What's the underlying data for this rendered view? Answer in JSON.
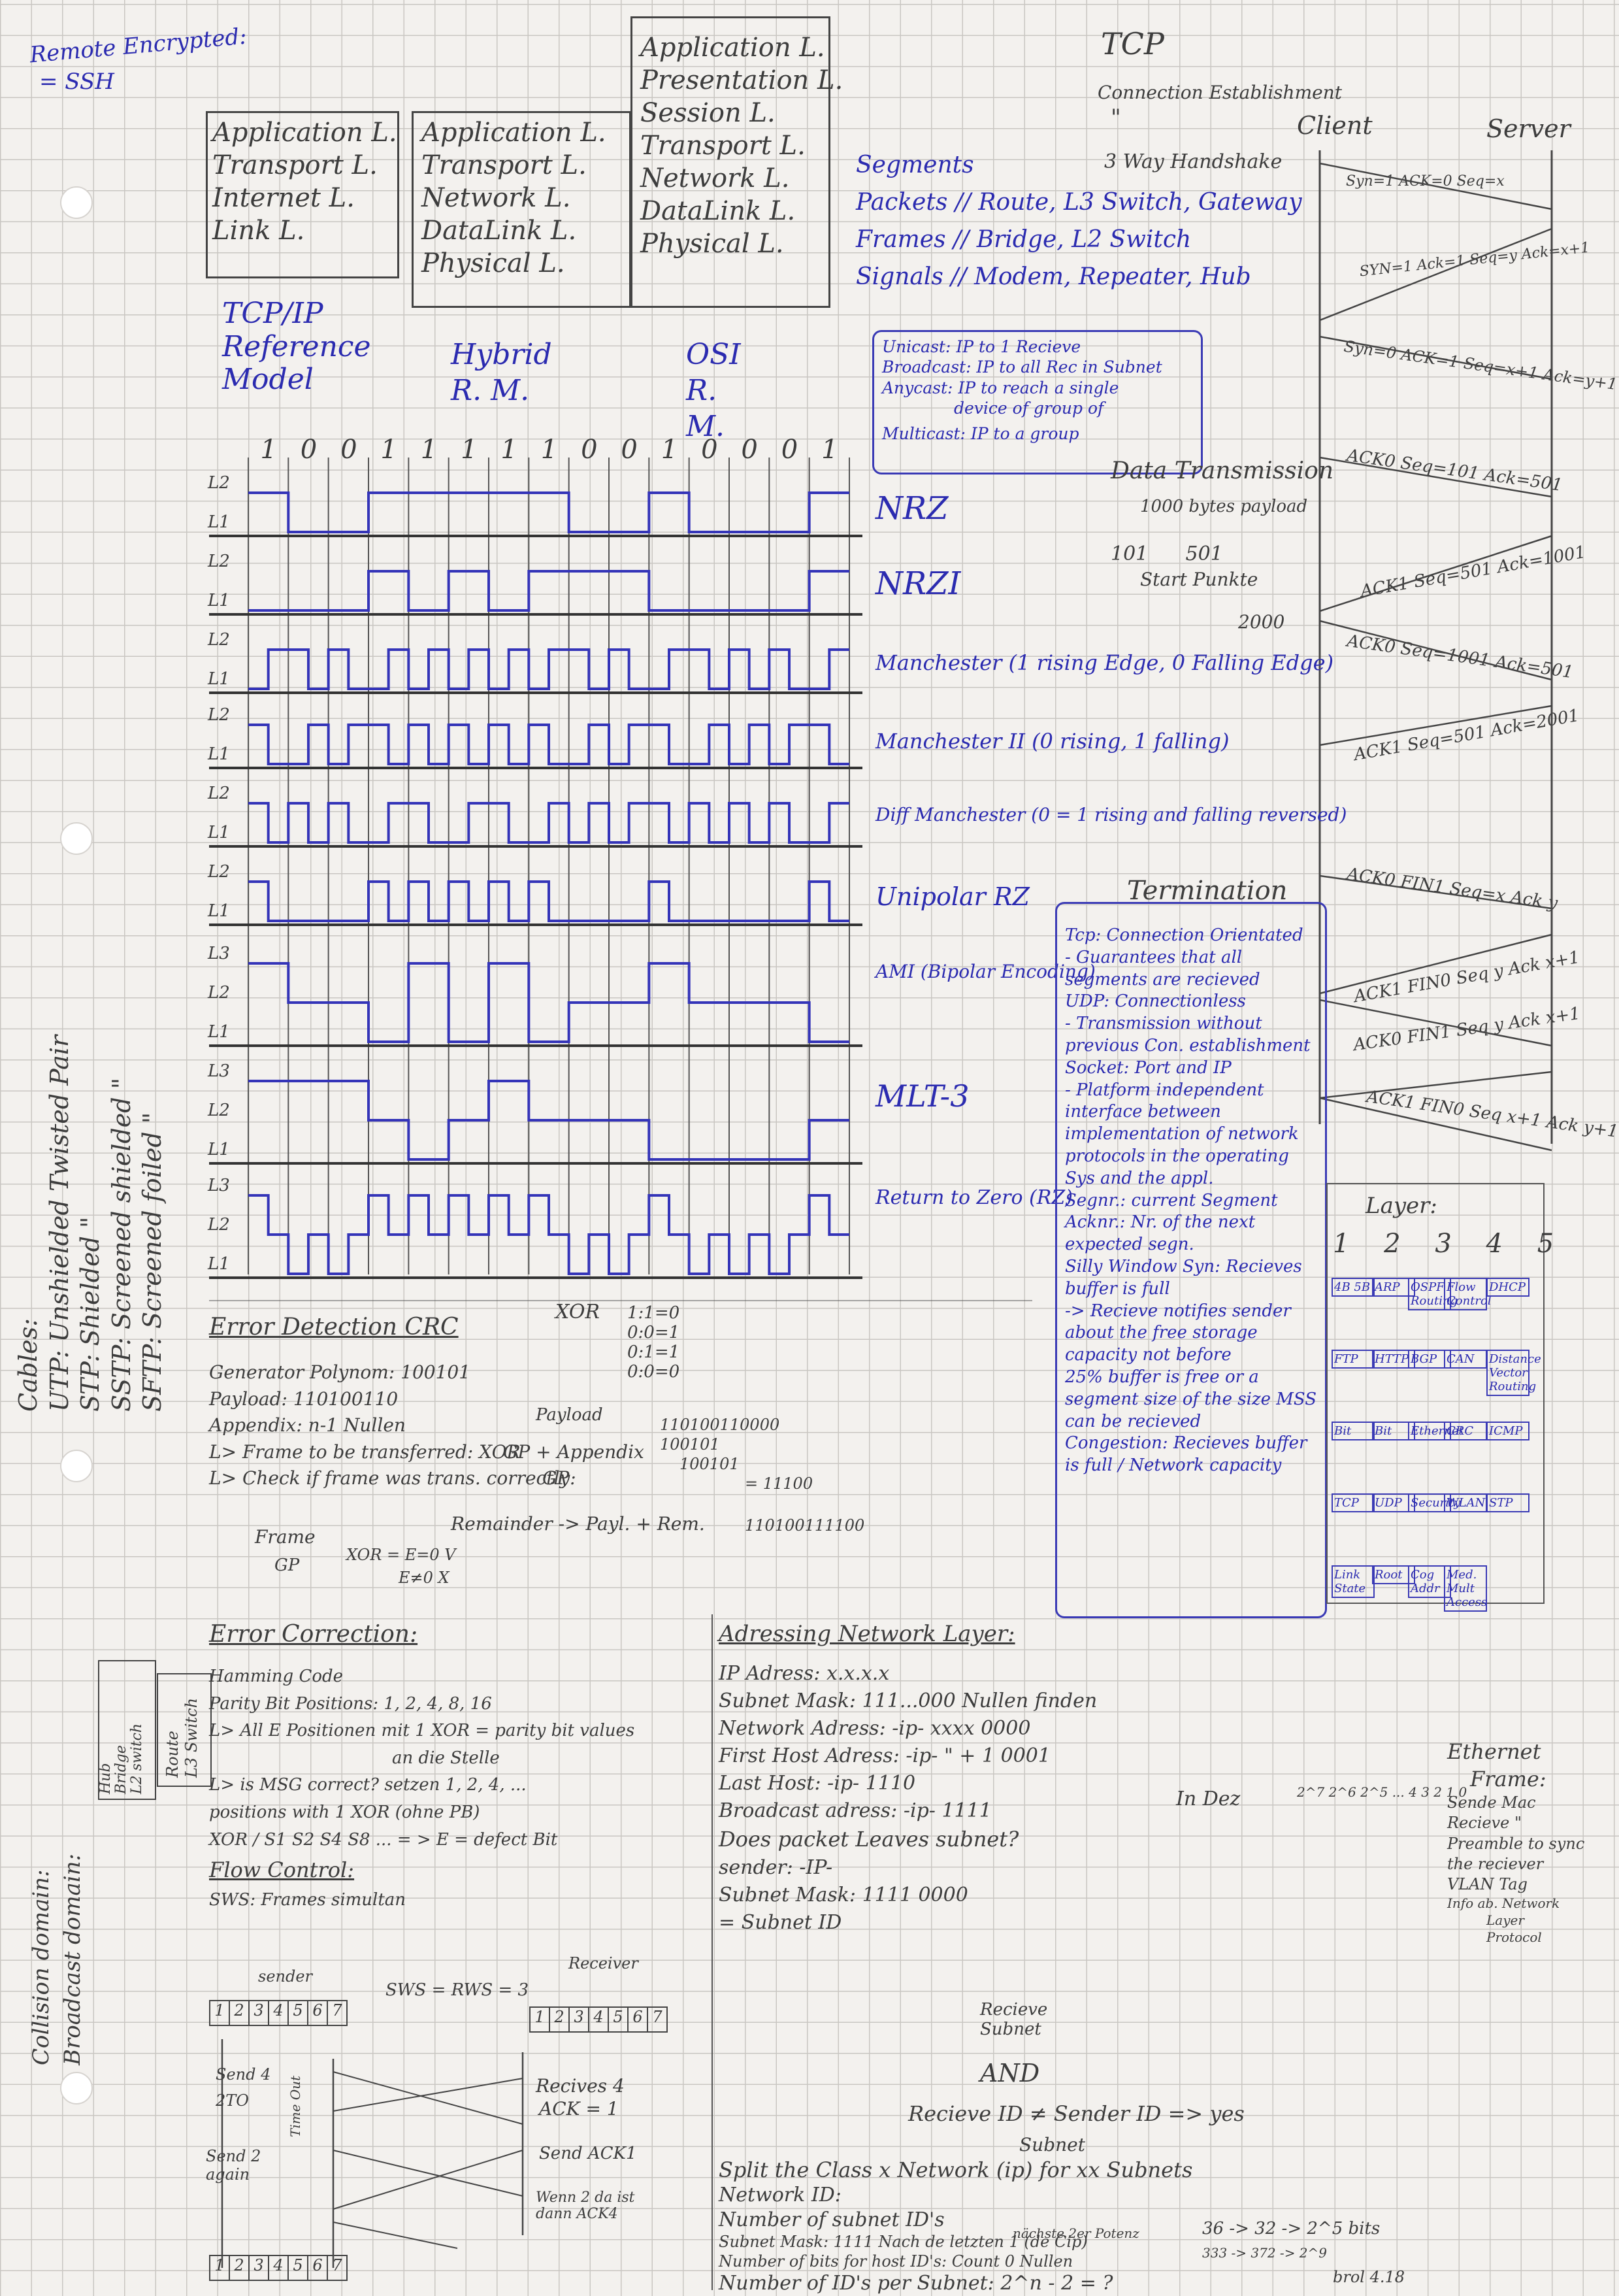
{
  "header": {
    "remote_note": "Remote Encrypted:",
    "ssh": "= SSH"
  },
  "models": {
    "tcpip": [
      "Application L.",
      "Transport L.",
      "Internet L.",
      "Link L."
    ],
    "hybrid": [
      "Application L.",
      "Transport L.",
      "Network L.",
      "DataLink L.",
      "Physical L."
    ],
    "osi": [
      "Application L.",
      "Presentation L.",
      "Session L.",
      "Transport L.",
      "Network L.",
      "DataLink L.",
      "Physical L."
    ],
    "pdus": [
      "Segments",
      "Packets // Route, L3 Switch, Gateway",
      "Frames // Bridge, L2 Switch",
      "Signals // Modem, Repeater, Hub"
    ],
    "labels": {
      "tcpip": "TCP/IP Reference Model",
      "hybrid": "Hybrid R. M.",
      "osi": "OSI R. M."
    }
  },
  "addressing_box": {
    "lines": [
      "Unicast: IP to 1 Recieve",
      "Broadcast: IP to all Rec in Subnet",
      "Anycast: IP to reach a single",
      "device of group of",
      "Multicast: IP to a group"
    ]
  },
  "tcp": {
    "title": "TCP",
    "subtitle": "Connection Establishment",
    "ditto": "\"",
    "handshake": "3 Way Handshake",
    "client": "Client",
    "server": "Server",
    "arrows": [
      "Syn=1 ACK=0 Seq=x",
      "SYN=1 Ack=1 Seq=y Ack=x+1",
      "Syn=0 ACK=1 Seq=x+1 Ack=y+1",
      "ACK0 Seq=101 Ack=501",
      "ACK1 Seq=501 Ack=1001",
      "ACK0 Seq=1001 Ack=501",
      "ACK1 Seq=501 Ack=2001"
    ],
    "data_transmission": "Data Transmission",
    "payload": "1000 bytes payload",
    "start_points": "101      501",
    "start_label": "Start Punkte",
    "n2000": "2000",
    "termination": "Termination",
    "term_arrows": [
      "ACK0 FIN1 Seq=x Ack y",
      "ACK1 FIN0 Seq y Ack x+1",
      "ACK0 FIN1 Seq y Ack x+1",
      "ACK1 FIN0 Seq x+1 Ack y+1"
    ]
  },
  "encodings": {
    "bits": [
      "1",
      "0",
      "0",
      "1",
      "1",
      "1",
      "1",
      "1",
      "0",
      "0",
      "1",
      "0",
      "0",
      "0",
      "1"
    ],
    "names": [
      "NRZ",
      "NRZI",
      "Manchester (1 rising Edge, 0 Falling Edge)",
      "Manchester II (0 rising, 1 falling)",
      "Diff Manchester (0 = 1 rising and falling reversed)",
      "Unipolar RZ",
      "AMI (Bipolar Encoding)",
      "MLT-3",
      "Return to Zero (RZ)"
    ]
  },
  "tcp_udp_box": {
    "lines": [
      "Tcp: Connection Orientated",
      "- Guarantees that all segments are recieved",
      "UDP: Connectionless",
      "- Transmission without previous Con. establishment",
      "Socket: Port and IP",
      "- Platform independent interface between implementation of network protocols in the operating Sys and the appl.",
      "Segnr.: current Segment",
      "Acknr.: Nr. of the next expected segn.",
      "Silly Window Syn: Recieves buffer is full",
      "-> Recieve notifies sender about the free storage capacity not before",
      "25% buffer is free or a segment size of the size MSS can be recieved",
      "Congestion: Recieves buffer is full / Network capacity"
    ]
  },
  "layers_table": {
    "title": "Layer:",
    "numbers": [
      "1",
      "2",
      "3",
      "4",
      "5"
    ],
    "items": [
      "4B 5B",
      "ARP",
      "OSPF Routing",
      "Flow Control",
      "DHCP",
      "FTP",
      "HTTP",
      "BGP",
      "CAN",
      "Distance Vector Routing",
      "Bit",
      "Bit",
      "Ethernet",
      "CRC",
      "ICMP",
      "TCP",
      "UDP",
      "Security",
      "WLAN",
      "STP",
      "Link State",
      "Root",
      "Cog Addr",
      "Med. Mult Access"
    ]
  },
  "cables": {
    "title": "Cables:",
    "items": [
      "UTP: Unshielded Twisted Pair",
      "STP: Shielded \"",
      "SSTP: Screened shielded \"",
      "SFTP: Screened foiled \""
    ]
  },
  "crc": {
    "title": "Error Detection CRC",
    "xor_label": "XOR",
    "xor": [
      "1:1=0",
      "0:0=1",
      "0:1=1",
      "0:0=0"
    ],
    "lines": [
      "Generator Polynom: 100101",
      "Payload: 110100110",
      "Appendix: n-1 Nullen",
      "L> Frame to be transferred: XOR",
      "L> Check if frame was trans. correctly:"
    ],
    "payload": "Payload",
    "formula": "GP + Appendix",
    "gp": "GP",
    "calc": [
      "110100110000",
      "100101",
      "100101",
      "= 11100",
      "110100111100"
    ],
    "remainder": "Remainder -> Payl. + Rem.",
    "frame_check": [
      "Frame",
      "GP",
      "XOR = E=0 V",
      "E≠0 X"
    ]
  },
  "error_correction": {
    "title": "Error Correction:",
    "lines": [
      "Hamming Code",
      "Parity Bit Positions: 1, 2, 4, 8, 16",
      "L> All E Positionen mit 1 XOR = parity bit values",
      "an die Stelle",
      "L> is MSG correct? setzen 1, 2, 4, ...",
      "positions with 1 XOR (ohne PB)",
      "XOR / S1 S2 S4 S8 ... = > E = defect Bit",
      "Flow Control:",
      "SWS: Frames simultan"
    ],
    "sws": "SWS = RWS = 3",
    "sender": "sender",
    "receiver": "Receiver",
    "frames": [
      "1",
      "2",
      "3",
      "4",
      "5",
      "6",
      "7"
    ],
    "events": [
      "Send 4",
      "2TO",
      "Send 2 again",
      "Time Out",
      "Recives 4",
      "ACK = 1",
      "Send ACK1",
      "Wenn 2 da ist dann ACK4"
    ]
  },
  "collision": {
    "collision": "Collision domain:",
    "broadcast": "Broadcast domain:",
    "box1": [
      "Hub",
      "Bridge",
      "L2 switch"
    ],
    "box2": [
      "Route",
      "L3 Switch"
    ]
  },
  "network_addr": {
    "title": "Adressing Network Layer:",
    "lines": [
      "IP Adress: x.x.x.x",
      "Subnet Mask: 111...000 Nullen finden",
      "Network Adress: -ip- xxxx 0000",
      "First Host Adress: -ip- \" + 1 0001",
      "Last Host: -ip- 1110",
      "Broadcast adress: -ip- 1111",
      "Does packet Leaves subnet?",
      "sender: -IP-",
      "Subnet Mask: 1111 0000",
      "= Subnet ID",
      "Recieve ID ≠ Sender ID => yes",
      "Split the Class x Network (ip) for xx Subnets",
      "Network ID:",
      "Number of subnet ID's",
      "Subnet Mask: 1111 Nach de letzten 1 (de Cip)",
      "Number of bits for host ID's: Count 0 Nullen",
      "Number of ID's per Subnet: 2^n - 2 = ?"
    ],
    "in_dez": "In Dez",
    "powers": "2^7 2^6 2^5 ... 4 3 2 1 0",
    "and_label": "AND",
    "recieve": "Recieve Subnet",
    "subnet": "Subnet",
    "bits": "36 -> 32 -> 2^5 bits",
    "extra": "333 -> 372 -> 2^9",
    "naechste": "nächste 2er Potenz",
    "broll": "brol 4.18"
  },
  "ethernet": {
    "lines": [
      "Ethernet",
      "Frame:",
      "Sende Mac",
      "Recieve \"",
      "Preamble to sync",
      "the reciever",
      "VLAN Tag",
      "Info ab. Network",
      "Layer",
      "Protocol"
    ]
  }
}
